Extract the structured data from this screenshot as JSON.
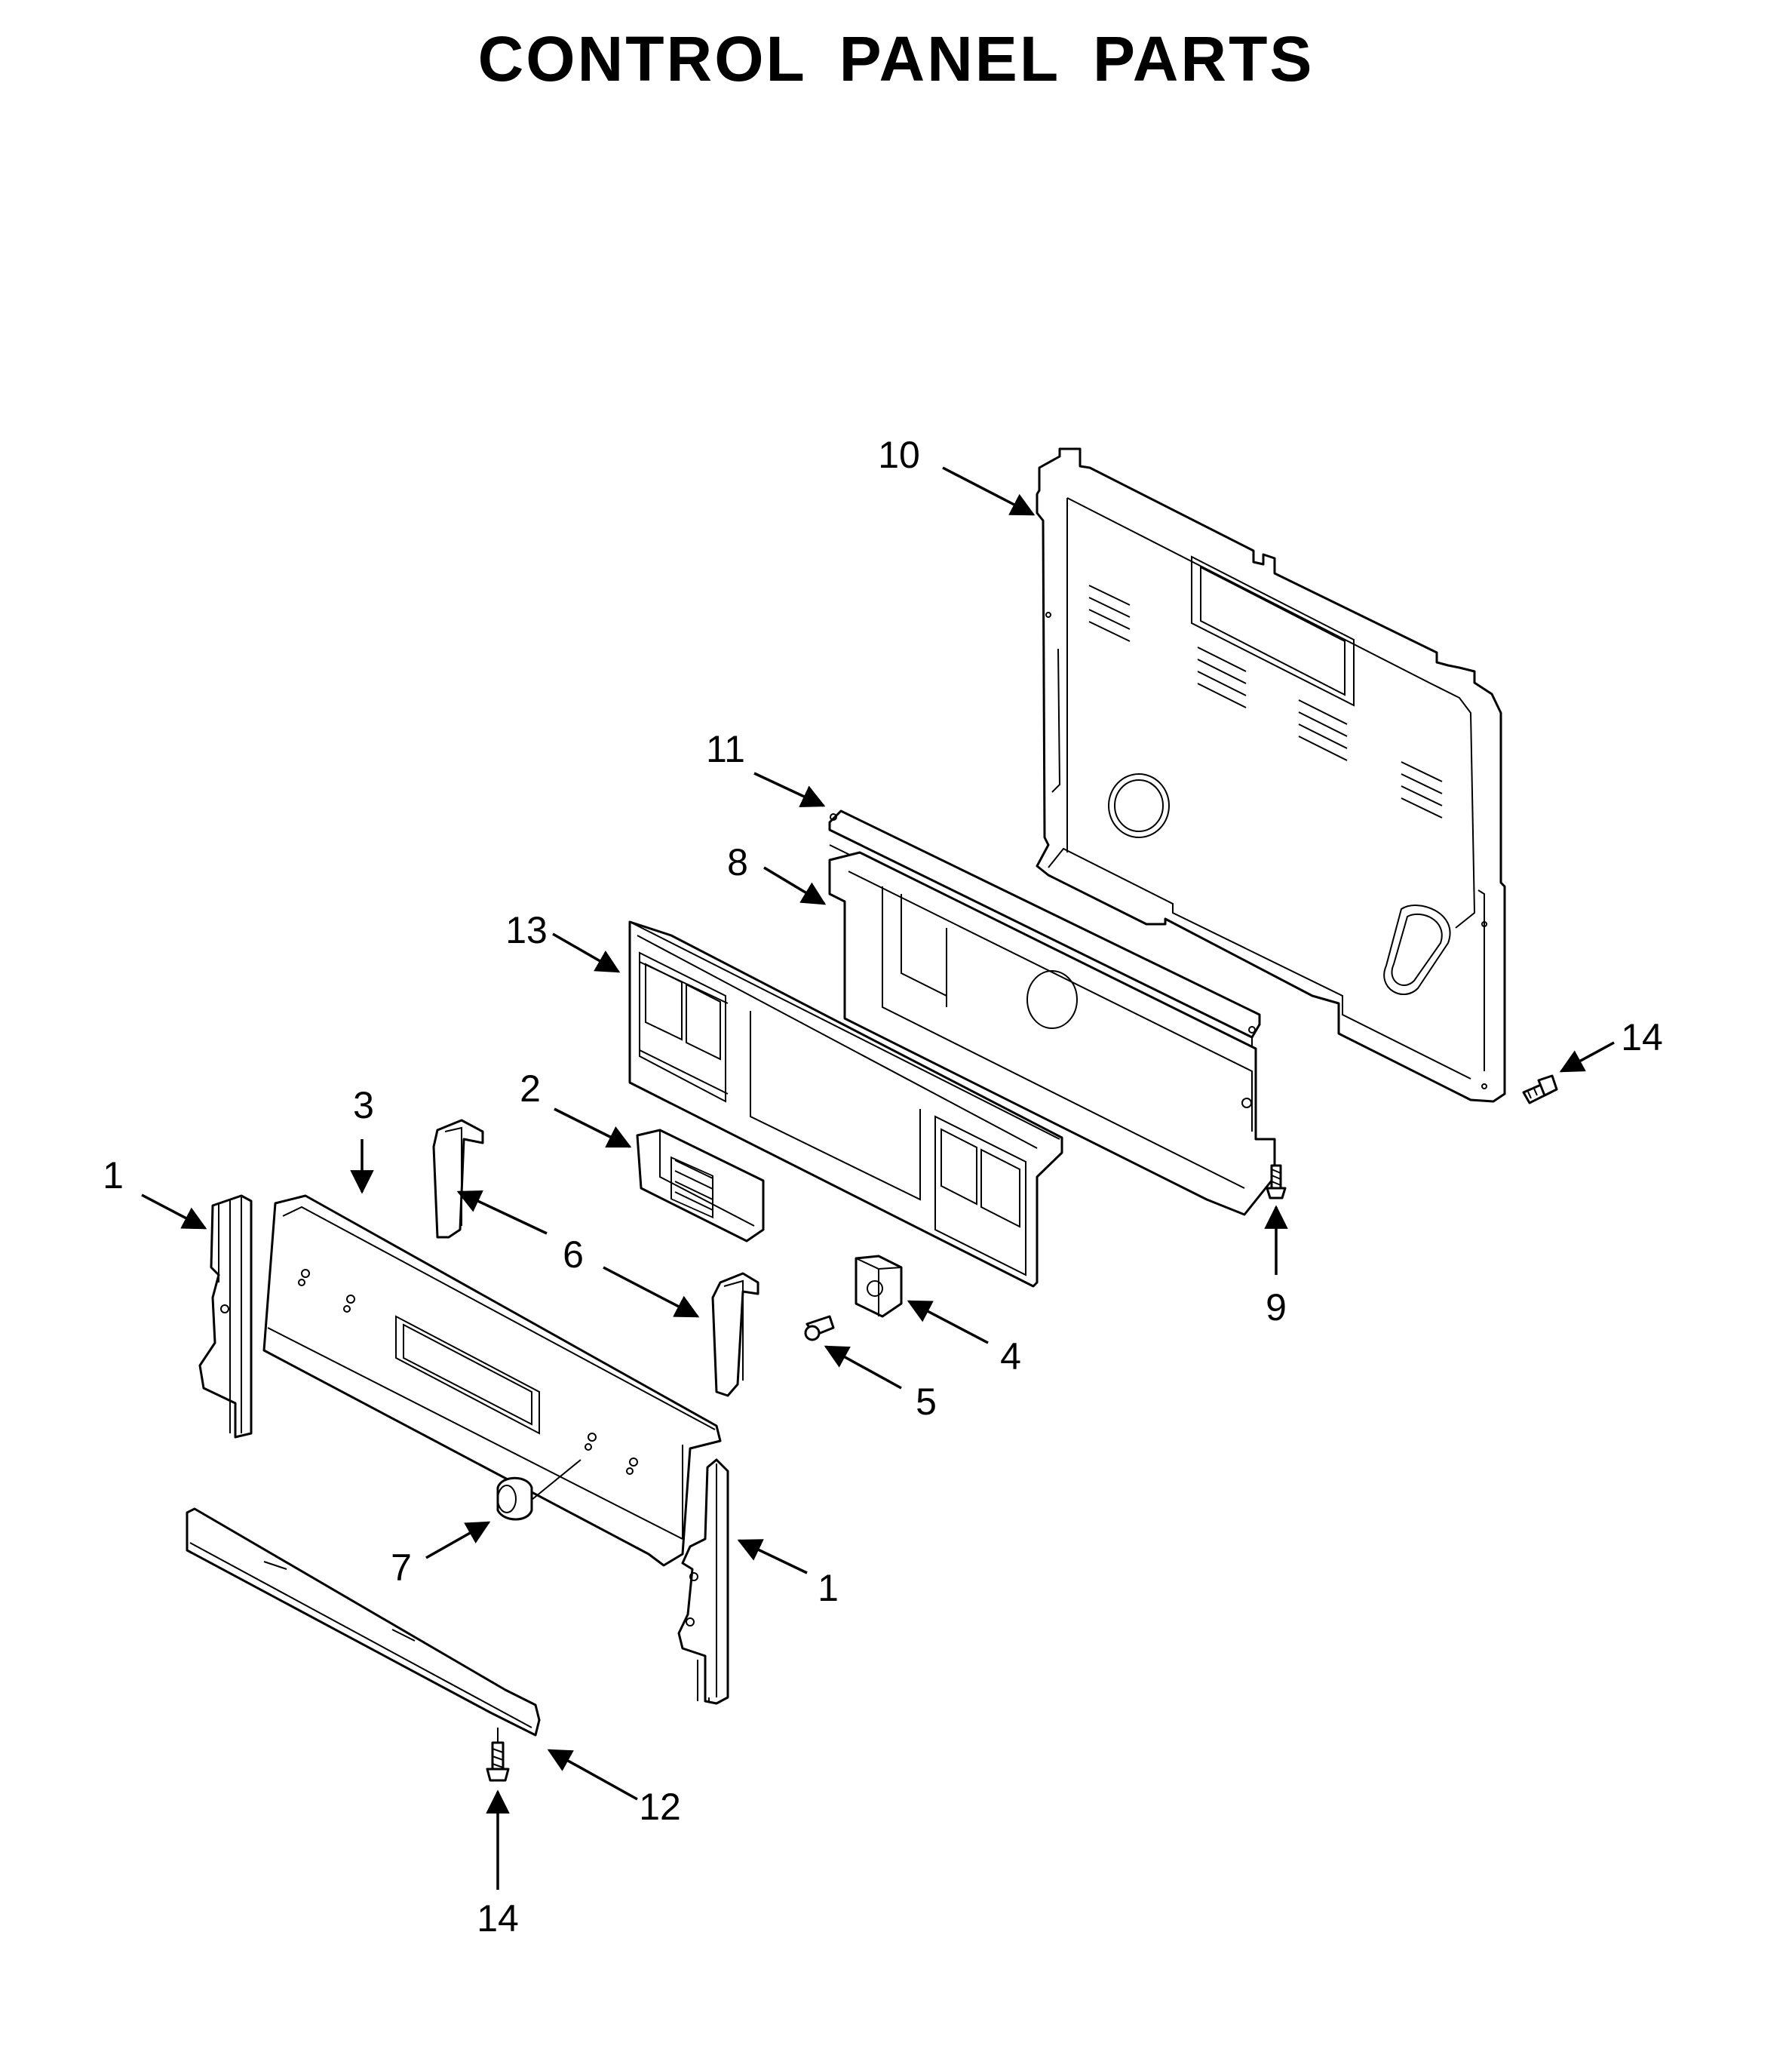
{
  "title": "CONTROL PANEL PARTS",
  "callouts": [
    {
      "id": "c10",
      "text": "10"
    },
    {
      "id": "c11",
      "text": "11"
    },
    {
      "id": "c8",
      "text": "8"
    },
    {
      "id": "c13",
      "text": "13"
    },
    {
      "id": "c14a",
      "text": "14"
    },
    {
      "id": "c3",
      "text": "3"
    },
    {
      "id": "c2",
      "text": "2"
    },
    {
      "id": "c1a",
      "text": "1"
    },
    {
      "id": "c6",
      "text": "6"
    },
    {
      "id": "c9",
      "text": "9"
    },
    {
      "id": "c4",
      "text": "4"
    },
    {
      "id": "c5",
      "text": "5"
    },
    {
      "id": "c7",
      "text": "7"
    },
    {
      "id": "c1b",
      "text": "1"
    },
    {
      "id": "c12",
      "text": "12"
    },
    {
      "id": "c14b",
      "text": "14"
    }
  ]
}
